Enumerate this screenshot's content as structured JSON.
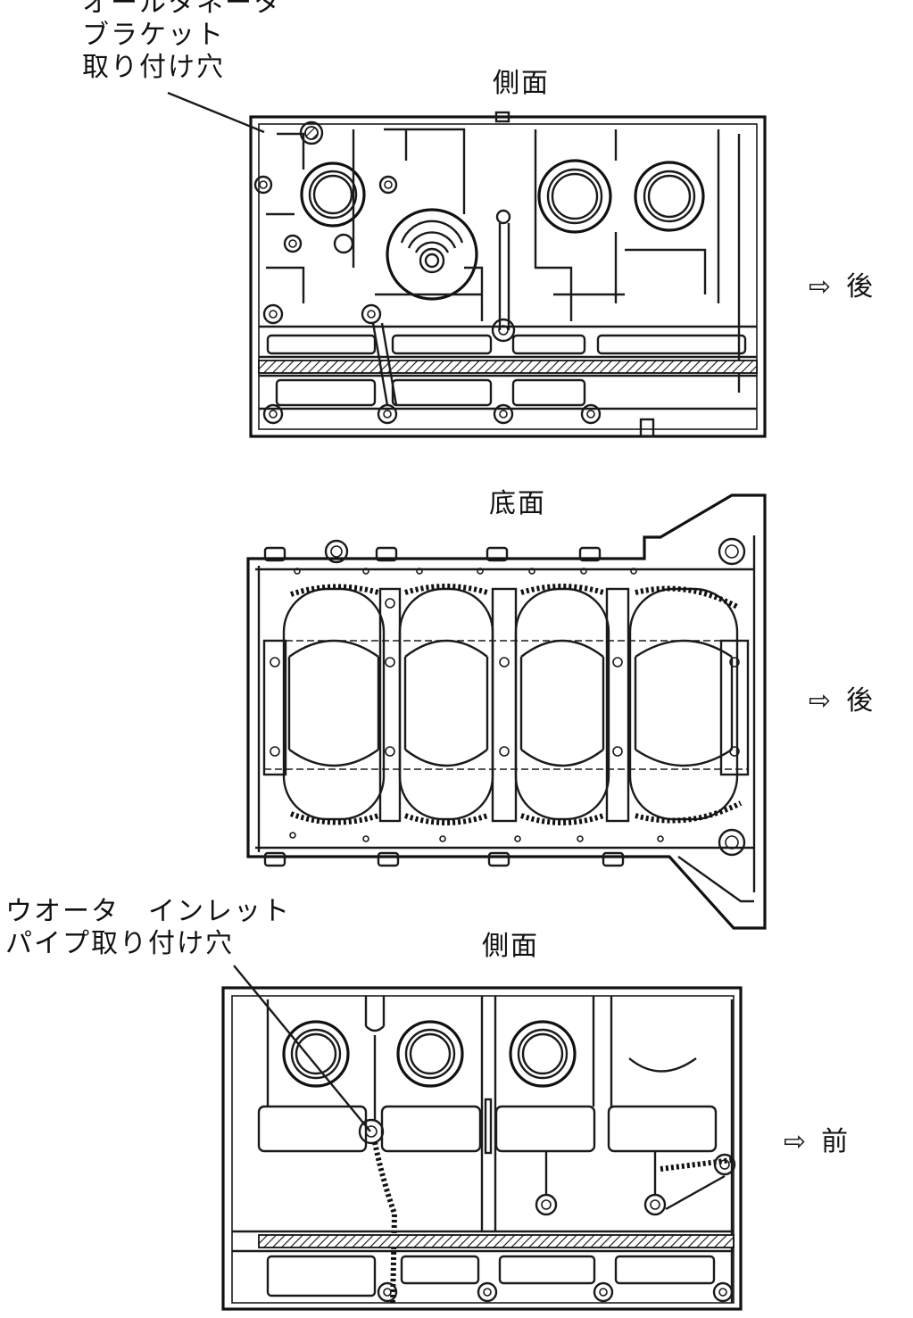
{
  "callouts": {
    "alternator_bracket": {
      "lines": [
        "オールタネータ",
        "ブラケット",
        "取り付け穴"
      ]
    },
    "water_inlet_pipe": {
      "lines": [
        "ウオータ　インレット",
        "パイプ取り付け穴"
      ]
    }
  },
  "views": [
    {
      "title": "側面",
      "direction_arrow": "⇨",
      "direction": "後"
    },
    {
      "title": "底面",
      "direction_arrow": "⇨",
      "direction": "後"
    },
    {
      "title": "側面",
      "direction_arrow": "⇨",
      "direction": "前"
    }
  ],
  "colors": {
    "line": "#1a1a1a",
    "background": "#ffffff"
  }
}
